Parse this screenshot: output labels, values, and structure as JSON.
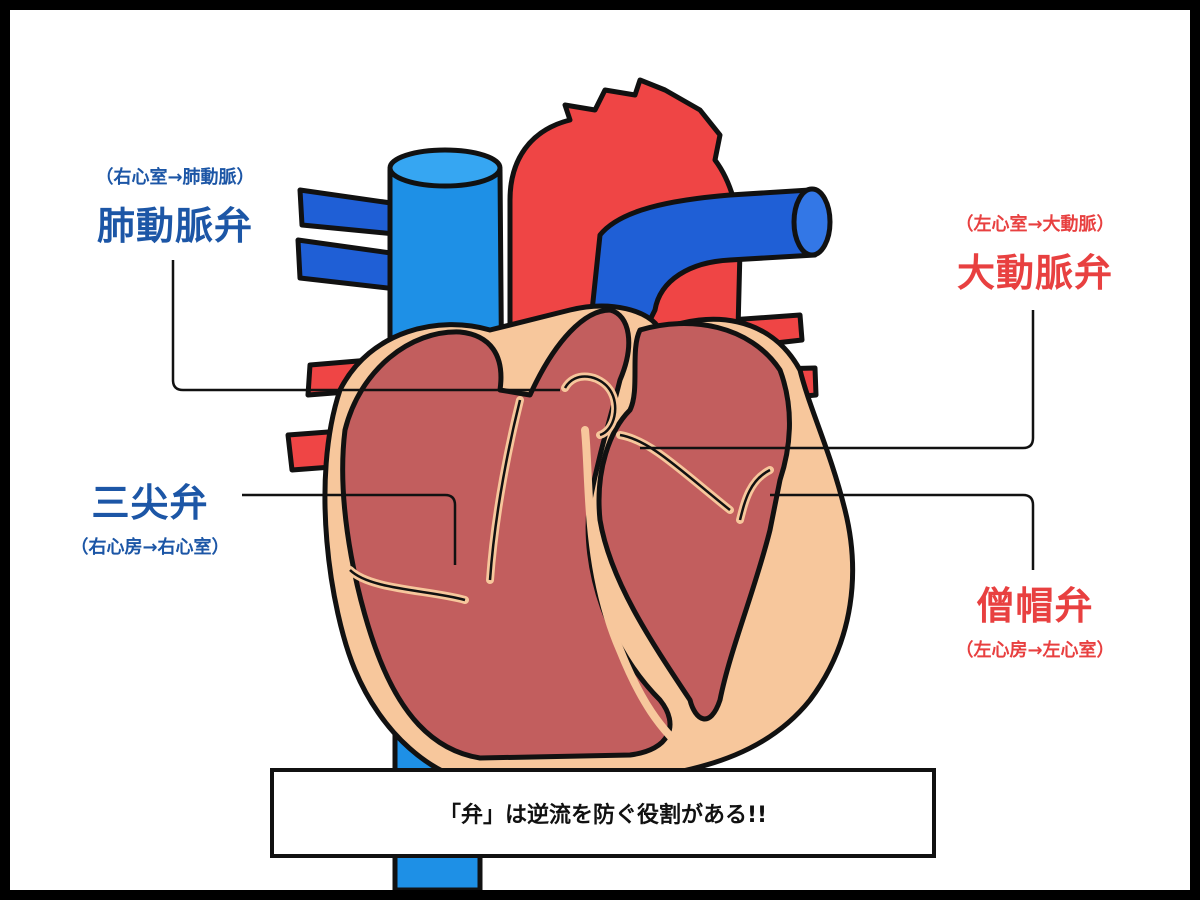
{
  "labels": {
    "pulmonary": {
      "name": "肺動脈弁",
      "flow": "（右心室→肺動脈）"
    },
    "aortic": {
      "name": "大動脈弁",
      "flow": "（左心室→大動脈）"
    },
    "tricuspid": {
      "name": "三尖弁",
      "flow": "（右心房→右心室）"
    },
    "mitral": {
      "name": "僧帽弁",
      "flow": "（左心房→左心室）"
    }
  },
  "caption": "「弁」は逆流を防ぐ役割がある!!",
  "colors": {
    "pulmonary_blue": "#1c56a6",
    "aortic_red": "#e84040",
    "vein_light_blue": "#1e90e6",
    "vein_dark_blue": "#1f5fd6",
    "artery_red": "#ef4545",
    "muscle": "#f7c79c",
    "chamber": "#c25e5e"
  }
}
